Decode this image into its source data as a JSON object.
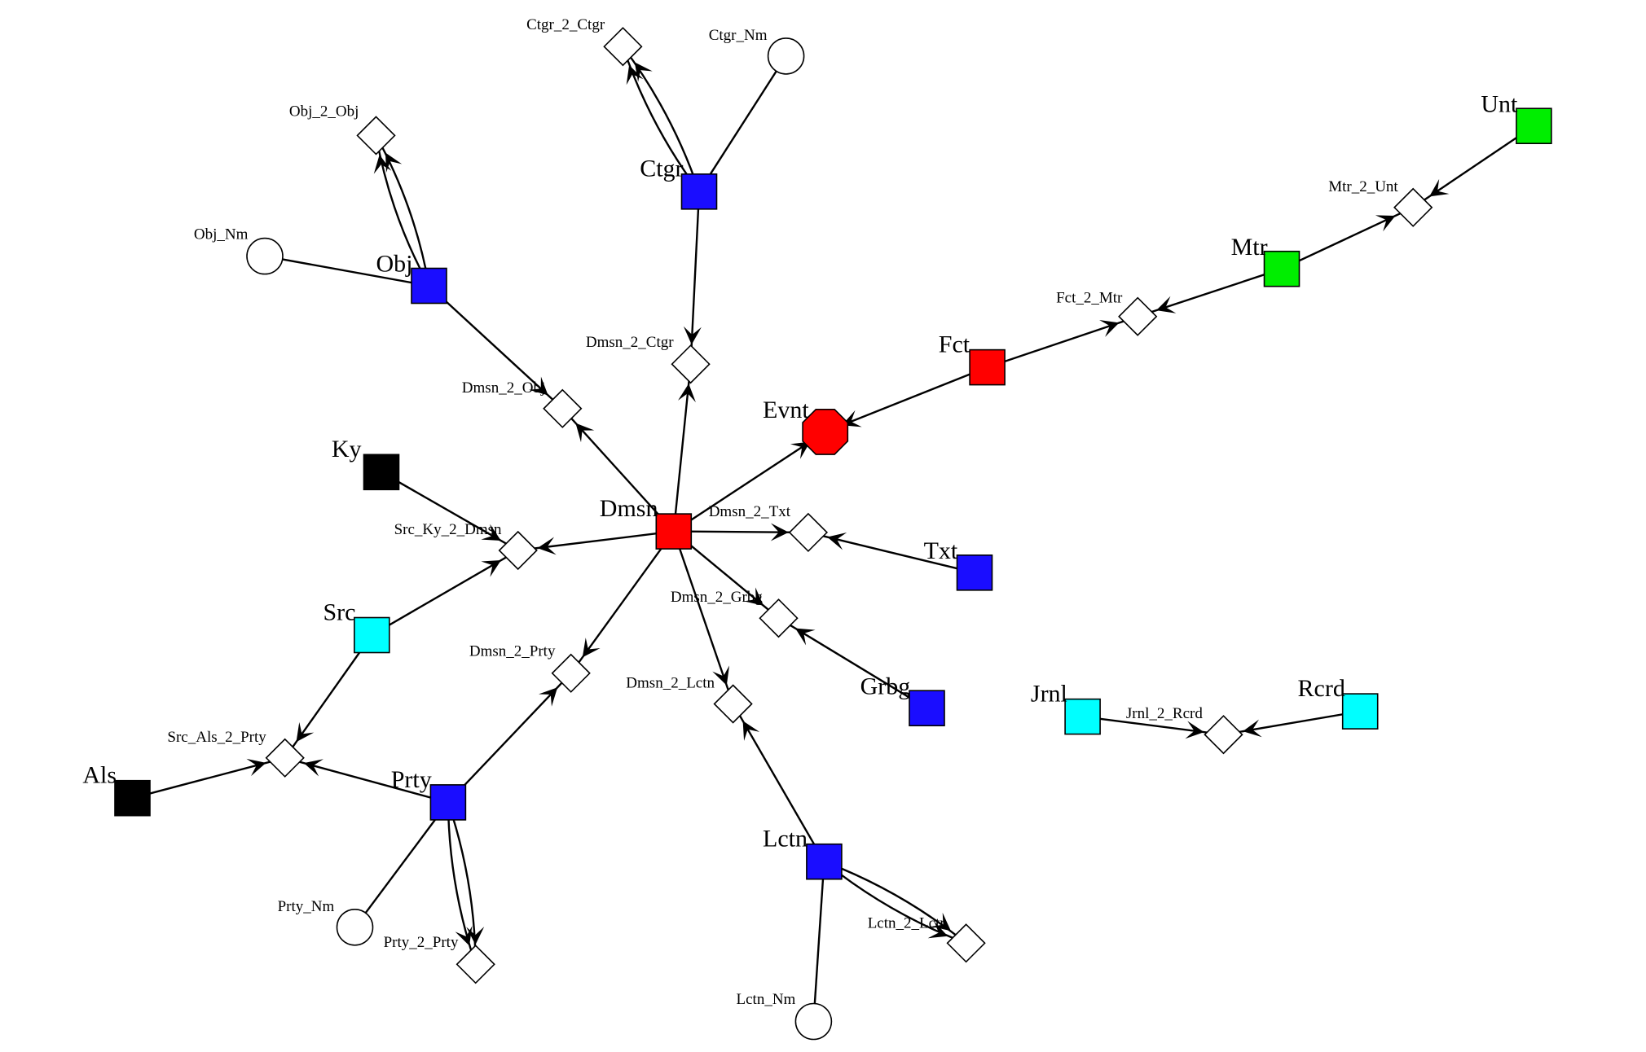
{
  "colors": {
    "red": "#ff0000",
    "blue": "#1a0dff",
    "green": "#00ee00",
    "cyan": "#00ffff",
    "black": "#000000",
    "white": "#ffffff"
  },
  "entities": [
    {
      "id": "Dmsn",
      "label": "Dmsn",
      "shape": "square",
      "color": "red"
    },
    {
      "id": "Fct",
      "label": "Fct",
      "shape": "square",
      "color": "red"
    },
    {
      "id": "Evnt",
      "label": "Evnt",
      "shape": "octagon",
      "color": "red"
    },
    {
      "id": "Mtr",
      "label": "Mtr",
      "shape": "square",
      "color": "green"
    },
    {
      "id": "Unt",
      "label": "Unt",
      "shape": "square",
      "color": "green"
    },
    {
      "id": "Ctgr",
      "label": "Ctgr",
      "shape": "square",
      "color": "blue"
    },
    {
      "id": "Obj",
      "label": "Obj",
      "shape": "square",
      "color": "blue"
    },
    {
      "id": "Txt",
      "label": "Txt",
      "shape": "square",
      "color": "blue"
    },
    {
      "id": "Grbg",
      "label": "Grbg",
      "shape": "square",
      "color": "blue"
    },
    {
      "id": "Prty",
      "label": "Prty",
      "shape": "square",
      "color": "blue"
    },
    {
      "id": "Lctn",
      "label": "Lctn",
      "shape": "square",
      "color": "blue"
    },
    {
      "id": "Ky",
      "label": "Ky",
      "shape": "square",
      "color": "black"
    },
    {
      "id": "Als",
      "label": "Als",
      "shape": "square",
      "color": "black"
    },
    {
      "id": "Src",
      "label": "Src",
      "shape": "square",
      "color": "cyan"
    },
    {
      "id": "Jrnl",
      "label": "Jrnl",
      "shape": "square",
      "color": "cyan"
    },
    {
      "id": "Rcrd",
      "label": "Rcrd",
      "shape": "square",
      "color": "cyan"
    }
  ],
  "attributes": [
    {
      "id": "Ctgr_Nm",
      "label": "Ctgr_Nm",
      "owner": "Ctgr"
    },
    {
      "id": "Obj_Nm",
      "label": "Obj_Nm",
      "owner": "Obj"
    },
    {
      "id": "Prty_Nm",
      "label": "Prty_Nm",
      "owner": "Prty"
    },
    {
      "id": "Lctn_Nm",
      "label": "Lctn_Nm",
      "owner": "Lctn"
    }
  ],
  "associations": [
    {
      "id": "Ctgr_2_Ctgr",
      "label": "Ctgr_2_Ctgr",
      "ends": [
        "Ctgr",
        "Ctgr"
      ]
    },
    {
      "id": "Obj_2_Obj",
      "label": "Obj_2_Obj",
      "ends": [
        "Obj",
        "Obj"
      ]
    },
    {
      "id": "Dmsn_2_Ctgr",
      "label": "Dmsn_2_Ctgr",
      "ends": [
        "Dmsn",
        "Ctgr"
      ]
    },
    {
      "id": "Dmsn_2_Obj",
      "label": "Dmsn_2_Obj",
      "ends": [
        "Dmsn",
        "Obj"
      ]
    },
    {
      "id": "Dmsn_2_Txt",
      "label": "Dmsn_2_Txt",
      "ends": [
        "Dmsn",
        "Txt"
      ]
    },
    {
      "id": "Dmsn_2_Grbg",
      "label": "Dmsn_2_Grbg",
      "ends": [
        "Dmsn",
        "Grbg"
      ]
    },
    {
      "id": "Dmsn_2_Prty",
      "label": "Dmsn_2_Prty",
      "ends": [
        "Dmsn",
        "Prty"
      ]
    },
    {
      "id": "Dmsn_2_Lctn",
      "label": "Dmsn_2_Lctn",
      "ends": [
        "Dmsn",
        "Lctn"
      ]
    },
    {
      "id": "Src_Ky_2_Dmsn",
      "label": "Src_Ky_2_Dmsn",
      "ends": [
        "Ky",
        "Src",
        "Dmsn"
      ]
    },
    {
      "id": "Src_Als_2_Prty",
      "label": "Src_Als_2_Prty",
      "ends": [
        "Src",
        "Als",
        "Prty"
      ]
    },
    {
      "id": "Prty_2_Prty",
      "label": "Prty_2_Prty",
      "ends": [
        "Prty",
        "Prty"
      ]
    },
    {
      "id": "Lctn_2_Lctn",
      "label": "Lctn_2_Lctn",
      "ends": [
        "Lctn",
        "Lctn"
      ]
    },
    {
      "id": "Fct_2_Mtr",
      "label": "Fct_2_Mtr",
      "ends": [
        "Fct",
        "Mtr"
      ]
    },
    {
      "id": "Mtr_2_Unt",
      "label": "Mtr_2_Unt",
      "ends": [
        "Mtr",
        "Unt"
      ]
    },
    {
      "id": "Jrnl_2_Rcrd",
      "label": "Jrnl_2_Rcrd",
      "ends": [
        "Jrnl",
        "Rcrd"
      ]
    }
  ],
  "event_links": [
    {
      "from": "Dmsn",
      "via": "Evnt",
      "to": "Fct"
    }
  ]
}
